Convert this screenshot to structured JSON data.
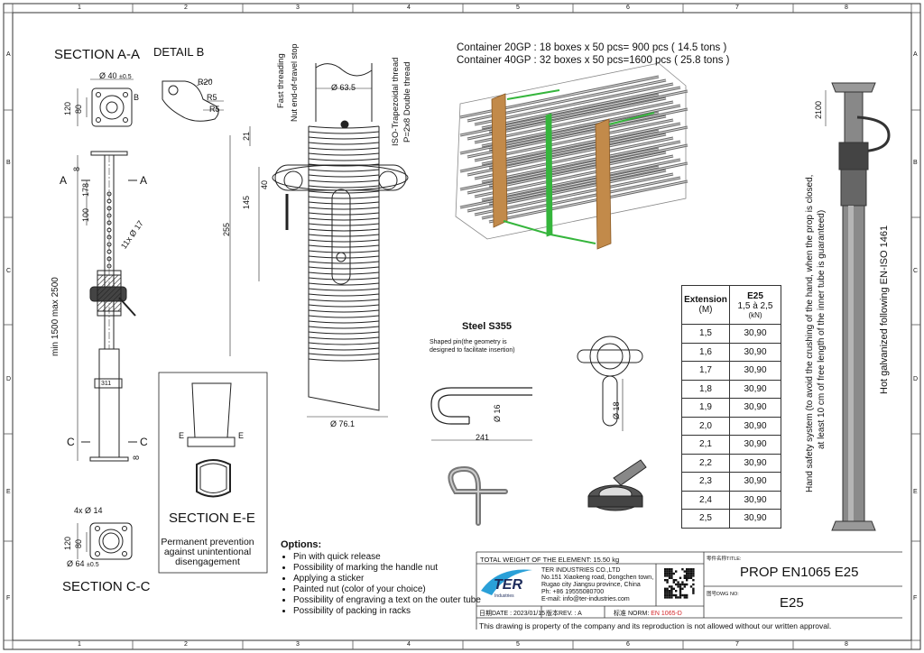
{
  "grid": {
    "cols": [
      "1",
      "2",
      "3",
      "4",
      "5",
      "6",
      "7",
      "8"
    ],
    "rows": [
      "A",
      "B",
      "C",
      "D",
      "E",
      "F"
    ]
  },
  "sections": {
    "section_aa": "SECTION A-A",
    "detail_b": "DETAIL B",
    "section_cc": "SECTION C-C",
    "section_ee": "SECTION E-E"
  },
  "dims": {
    "d40": "Ø 40",
    "d40_tol": "±0.5",
    "d120": "120",
    "d80": "80",
    "b": "B",
    "r20": "R20",
    "r5a": "R5",
    "r5b": "R5",
    "d63": "Ø 63.5",
    "d21": "21",
    "d40b": "40",
    "d145": "145",
    "d255": "255",
    "d76": "Ø 76.1",
    "d8": "8",
    "d178": "178",
    "d100": "100",
    "d11x17": "11x Ø 17",
    "minmax": "min 1500  max 2500",
    "d8b": "8",
    "d4x14": "4x Ø 14",
    "d120b": "120",
    "d80b": "80",
    "d64": "Ø 64",
    "d64_tol": "±0.5",
    "a_left": "A",
    "a_right": "A",
    "c_left": "C",
    "c_right": "C",
    "e_left": "E",
    "e_right": "E",
    "d16": "Ø 16",
    "d241": "241",
    "d18": "Ø 18",
    "d2100": "2100",
    "d311": "311"
  },
  "notes": {
    "fast_threading": "Fast threading",
    "nut_stop": "Nut end-of-travel stop",
    "iso_thread": "ISO-Trapezoidal thread",
    "pitch": "P=2x8 Double thread",
    "steel": "Steel S355",
    "pin_shape_1": "Shaped pin(the geometry is",
    "pin_shape_2": "designed to facilitate insertion)",
    "permanent_1": "Permanent prevention",
    "permanent_2": "against unintentional",
    "permanent_3": "disengagement",
    "safety_1": "Hand safety system (to avoid the crushing of the hand, when the prop is closed,",
    "safety_2": "at least 10 cm of free length of the inner tube is guaranteed)",
    "galvanized": "Hot galvanized following EN-ISO 1461"
  },
  "containers": {
    "c20": "Container 20GP  : 18 boxes x 50 pcs= 900 pcs   ( 14.5 tons )",
    "c40": "Container 40GP  : 32 boxes x 50 pcs=1600 pcs  ( 25.8 tons )"
  },
  "load_table": {
    "col1_h1": "Extension",
    "col1_h2": "(M)",
    "col2_h1": "E25",
    "col2_h2": "1,5 à 2,5",
    "col2_h3": "(kN)",
    "rows": [
      {
        "ext": "1,5",
        "load": "30,90"
      },
      {
        "ext": "1,6",
        "load": "30,90"
      },
      {
        "ext": "1,7",
        "load": "30,90"
      },
      {
        "ext": "1,8",
        "load": "30,90"
      },
      {
        "ext": "1,9",
        "load": "30,90"
      },
      {
        "ext": "2,0",
        "load": "30,90"
      },
      {
        "ext": "2,1",
        "load": "30,90"
      },
      {
        "ext": "2,2",
        "load": "30,90"
      },
      {
        "ext": "2,3",
        "load": "30,90"
      },
      {
        "ext": "2,4",
        "load": "30,90"
      },
      {
        "ext": "2,5",
        "load": "30,90"
      }
    ]
  },
  "options": {
    "heading": "Options:",
    "items": [
      "Pin with quick release",
      "Possibility of marking the handle nut",
      "Applying a sticker",
      "Painted nut (color of your choice)",
      "Possibility of engraving a text on the outer tube",
      "Possibility of packing in racks"
    ]
  },
  "title_block": {
    "weight": "TOTAL WEIGHT OF THE ELEMENT:  15.50 kg",
    "logo": "TER",
    "logo_sub": "Industries",
    "company": "TER INDUSTRIES CO.,LTD",
    "addr1": "No.151 Xiaokeng road, Dongchen town,",
    "addr2": "Rugao city Jiangsu province, China",
    "phone": "Ph: +86 19555080700",
    "email": "E-mail: info@ter-industries.com",
    "title_label": "零件名称TITLE:",
    "title": "PROP EN1065 E25",
    "dwg_label": "图号DWG NO:",
    "dwg": "E25",
    "date": "日期DATE : 2023/01/15",
    "rev": "版本REV. : A",
    "norm_label": "标准 NORM:",
    "norm": "EN 1065-D",
    "footer": "This drawing is property of the company and its reproduction is not allowed without our written approval."
  },
  "colors": {
    "line": "#222222",
    "strap": "#c28a4a",
    "band": "#35b53c",
    "norm": "#d4262a",
    "logo": "#1b2a5a",
    "logo_accent": "#2aa0d8"
  }
}
